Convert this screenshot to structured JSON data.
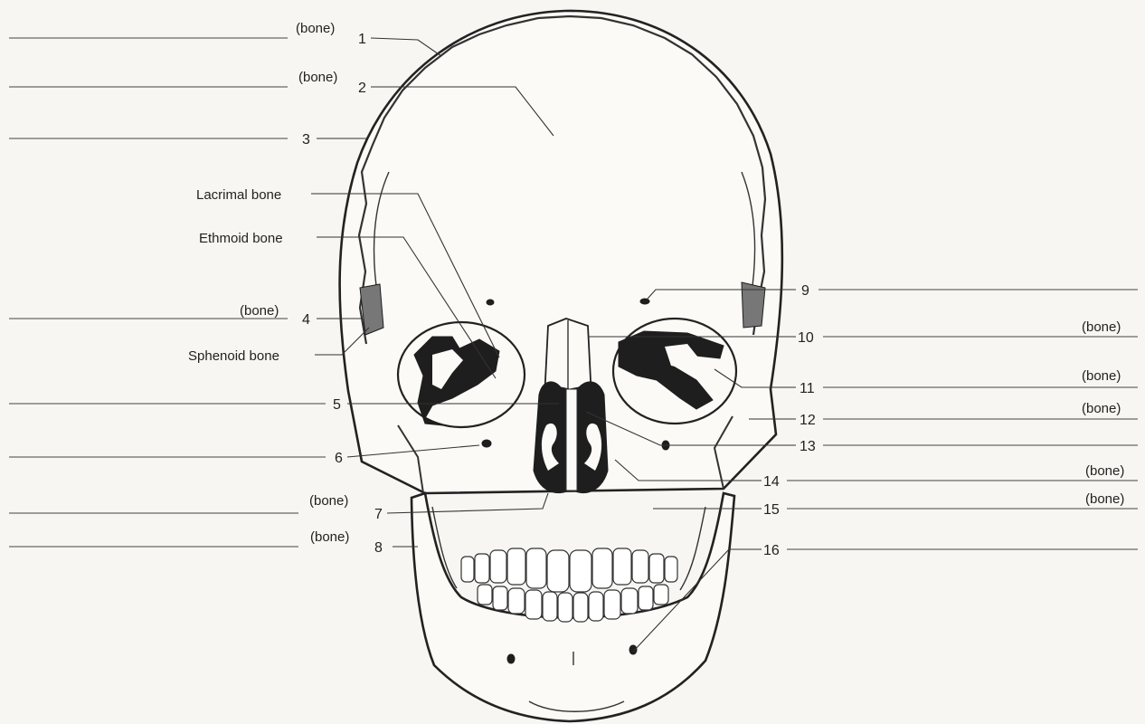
{
  "labels": {
    "bone": "(bone)",
    "lacrimal": "Lacrimal bone",
    "ethmoid": "Ethmoid bone",
    "sphenoid": "Sphenoid bone"
  },
  "numbers": [
    "1",
    "2",
    "3",
    "4",
    "5",
    "6",
    "7",
    "8",
    "9",
    "10",
    "11",
    "12",
    "13",
    "14",
    "15",
    "16"
  ]
}
